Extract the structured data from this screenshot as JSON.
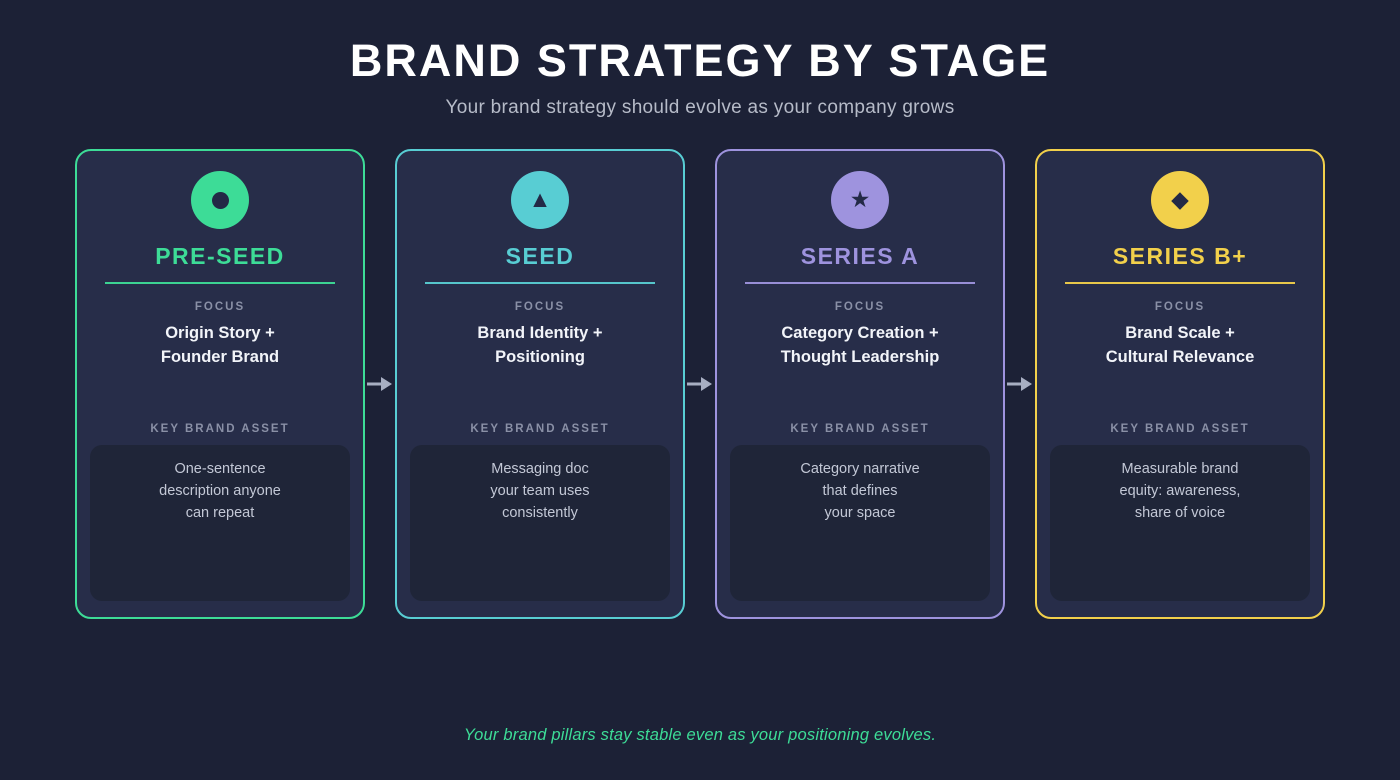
{
  "header": {
    "title": "BRAND STRATEGY BY STAGE",
    "subtitle": "Your brand strategy should evolve as your company grows"
  },
  "section_labels": {
    "focus": "FOCUS",
    "asset": "KEY BRAND ASSET"
  },
  "stages": [
    {
      "name": "PRE-SEED",
      "icon": "donut-icon",
      "glyph": "",
      "accent": "#3ddc97",
      "focus": [
        "Origin Story +",
        "Founder Brand"
      ],
      "asset": [
        "One-sentence",
        "description anyone",
        "can repeat"
      ]
    },
    {
      "name": "SEED",
      "icon": "triangle-icon",
      "glyph": "▲",
      "accent": "#58cdd3",
      "focus": [
        "Brand Identity +",
        "Positioning"
      ],
      "asset": [
        "Messaging doc",
        "your team uses",
        "consistently"
      ]
    },
    {
      "name": "SERIES A",
      "icon": "star-icon",
      "glyph": "★",
      "accent": "#9e93de",
      "focus": [
        "Category Creation +",
        "Thought Leadership"
      ],
      "asset": [
        "Category narrative",
        "that defines",
        "your space"
      ]
    },
    {
      "name": "SERIES B+",
      "icon": "diamond-icon",
      "glyph": "◆",
      "accent": "#f2d04b",
      "focus": [
        "Brand Scale +",
        "Cultural Relevance"
      ],
      "asset": [
        "Measurable brand",
        "equity: awareness,",
        "share of voice"
      ]
    }
  ],
  "footer": {
    "note": "Your brand pillars stay stable even as your positioning evolves."
  },
  "colors": {
    "page_bg": "#1c2136",
    "card_bg": "#272d49",
    "asset_box_bg": "#1f2538",
    "arrow": "#a7aec2",
    "title_text": "#ffffff",
    "subtitle_text": "#b6bbc8",
    "muted_label": "#8a90a6",
    "body_text": "#c3c8d6",
    "accent_green": "#3ddc97",
    "accent_teal": "#58cdd3",
    "accent_purple": "#9e93de",
    "accent_yellow": "#f2d04b"
  }
}
